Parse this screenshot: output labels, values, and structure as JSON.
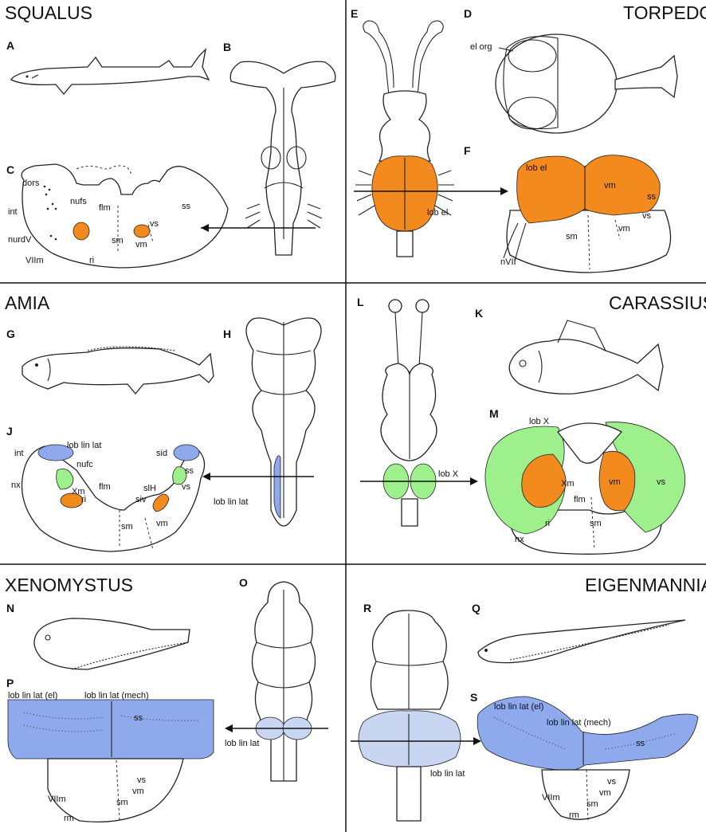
{
  "panels": {
    "squalus": {
      "title": "SQUALUS",
      "letters": [
        "A",
        "B",
        "C"
      ],
      "labels": [
        "dors",
        "int",
        "nufs",
        "flm",
        "ss",
        "vs",
        "vm",
        "sm",
        "nurdV",
        "VIIm",
        "ri"
      ]
    },
    "torpedo": {
      "title": "TORPEDO",
      "letters": [
        "E",
        "D",
        "F"
      ],
      "labels": [
        "el org",
        "lob el",
        "lob el",
        "vm",
        "ss",
        "vs",
        "vm",
        "sm",
        "nVII"
      ]
    },
    "amia": {
      "title": "AMIA",
      "letters": [
        "G",
        "H",
        "J"
      ],
      "labels": [
        "lob lin lat",
        "int",
        "nufc",
        "sid",
        "ss",
        "vs",
        "slH",
        "siv",
        "vm",
        "nx",
        "Xm",
        "ri",
        "flm",
        "sm",
        "lob lin lat"
      ]
    },
    "carassius": {
      "title": "CARASSIUS",
      "letters": [
        "L",
        "K",
        "M"
      ],
      "labels": [
        "lob X",
        "lob X",
        "Xm",
        "flm",
        "vm",
        "vs",
        "ri",
        "sm",
        "nx"
      ]
    },
    "xenomystus": {
      "title": "XENOMYSTUS",
      "letters": [
        "N",
        "O",
        "P"
      ],
      "labels": [
        "lob lin lat (el)",
        "lob lin lat (mech)",
        "ss",
        "vs",
        "vm",
        "sm",
        "VIIm",
        "rm",
        "lob lin lat"
      ]
    },
    "eigenmannia": {
      "title": "EIGENMANNIA",
      "letters": [
        "R",
        "Q",
        "S"
      ],
      "labels": [
        "lob lin lat",
        "lob lin lat (el)",
        "lob lin lat (mech)",
        "ss",
        "vs",
        "vm",
        "sm",
        "VIIm",
        "rm"
      ]
    }
  },
  "colors": {
    "electrosensory_lobe": "#f28a1e",
    "vagal_lobe": "#9ef08c",
    "lateral_line_lobe": "#8ea9ec",
    "lateral_line_lobe_light": "#c9d6f2"
  }
}
